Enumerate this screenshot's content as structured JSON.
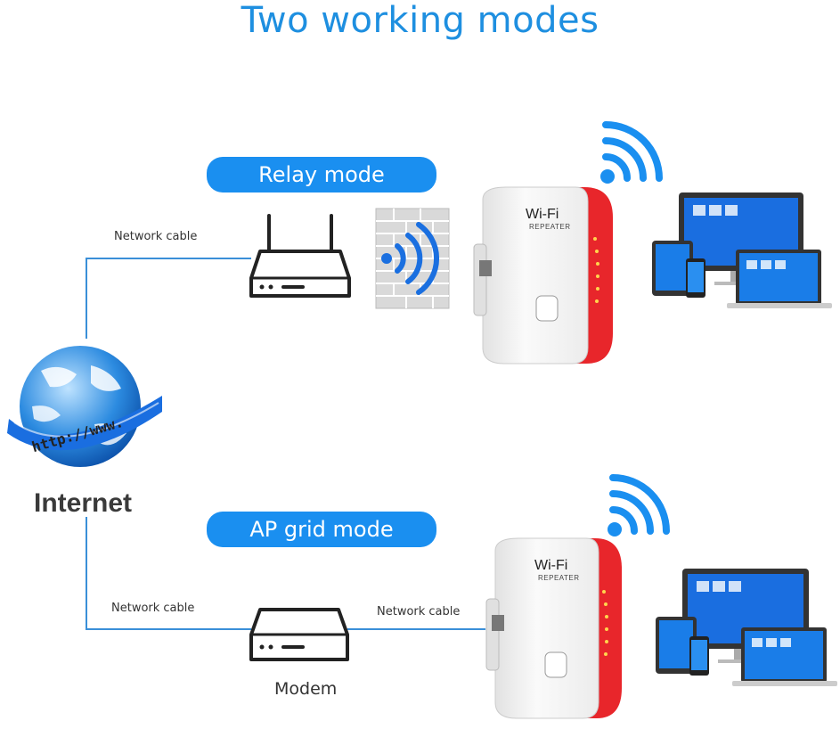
{
  "title": "Two working modes",
  "relay": {
    "label": "Relay mode",
    "cable_label": "Network cable"
  },
  "ap": {
    "label": "AP grid mode",
    "cable_label_left": "Network cable",
    "cable_label_right": "Network cable",
    "modem_label": "Modem"
  },
  "internet": {
    "label": "Internet",
    "globe_text": "http://www."
  },
  "repeater": {
    "brand": "Wi-Fi",
    "model": "REPEATER"
  },
  "colors": {
    "accent": "#1a8ff0",
    "repeater_red": "#e8262b",
    "line": "#3a8fd8"
  }
}
